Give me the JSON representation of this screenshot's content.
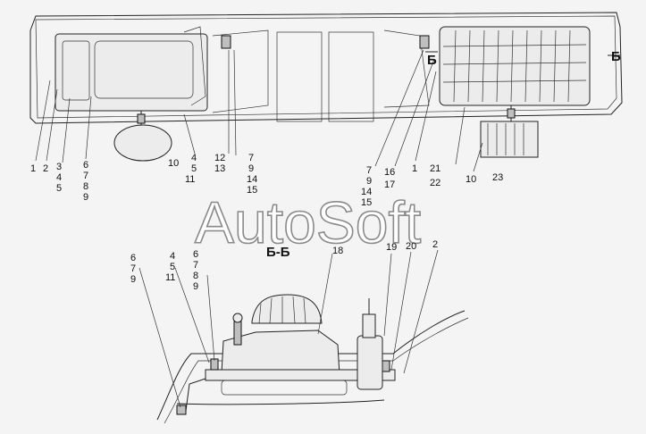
{
  "watermark": "AutoSoft",
  "section_label": "Б-Б",
  "section_marks": [
    "Б",
    "Б"
  ],
  "top_callouts": [
    {
      "id": "c1",
      "text": "1"
    },
    {
      "id": "c2",
      "text": "2"
    },
    {
      "id": "c3",
      "text": "3"
    },
    {
      "id": "c4a",
      "text": "4"
    },
    {
      "id": "c5a",
      "text": "5"
    },
    {
      "id": "c6a",
      "text": "6"
    },
    {
      "id": "c7a",
      "text": "7"
    },
    {
      "id": "c8a",
      "text": "8"
    },
    {
      "id": "c9a",
      "text": "9"
    },
    {
      "id": "c10a",
      "text": "10"
    },
    {
      "id": "c4b",
      "text": "4"
    },
    {
      "id": "c5b",
      "text": "5"
    },
    {
      "id": "c11a",
      "text": "11"
    },
    {
      "id": "c12",
      "text": "12"
    },
    {
      "id": "c13",
      "text": "13"
    },
    {
      "id": "c7b",
      "text": "7"
    },
    {
      "id": "c9b",
      "text": "9"
    },
    {
      "id": "c14a",
      "text": "14"
    },
    {
      "id": "c15a",
      "text": "15"
    },
    {
      "id": "c7c",
      "text": "7"
    },
    {
      "id": "c9c",
      "text": "9"
    },
    {
      "id": "c14b",
      "text": "14"
    },
    {
      "id": "c15b",
      "text": "15"
    },
    {
      "id": "c16",
      "text": "16"
    },
    {
      "id": "c17",
      "text": "17"
    },
    {
      "id": "c1b",
      "text": "1"
    },
    {
      "id": "c21",
      "text": "21"
    },
    {
      "id": "c22",
      "text": "22"
    },
    {
      "id": "c10b",
      "text": "10"
    },
    {
      "id": "c23",
      "text": "23"
    }
  ],
  "section_callouts": [
    {
      "id": "s6a",
      "text": "6"
    },
    {
      "id": "s7a",
      "text": "7"
    },
    {
      "id": "s9a",
      "text": "9"
    },
    {
      "id": "s4",
      "text": "4"
    },
    {
      "id": "s5",
      "text": "5"
    },
    {
      "id": "s11",
      "text": "11"
    },
    {
      "id": "s6b",
      "text": "6"
    },
    {
      "id": "s7b",
      "text": "7"
    },
    {
      "id": "s8",
      "text": "8"
    },
    {
      "id": "s9b",
      "text": "9"
    },
    {
      "id": "s18",
      "text": "18"
    },
    {
      "id": "s19",
      "text": "19"
    },
    {
      "id": "s20",
      "text": "20"
    },
    {
      "id": "s2",
      "text": "2"
    }
  ]
}
